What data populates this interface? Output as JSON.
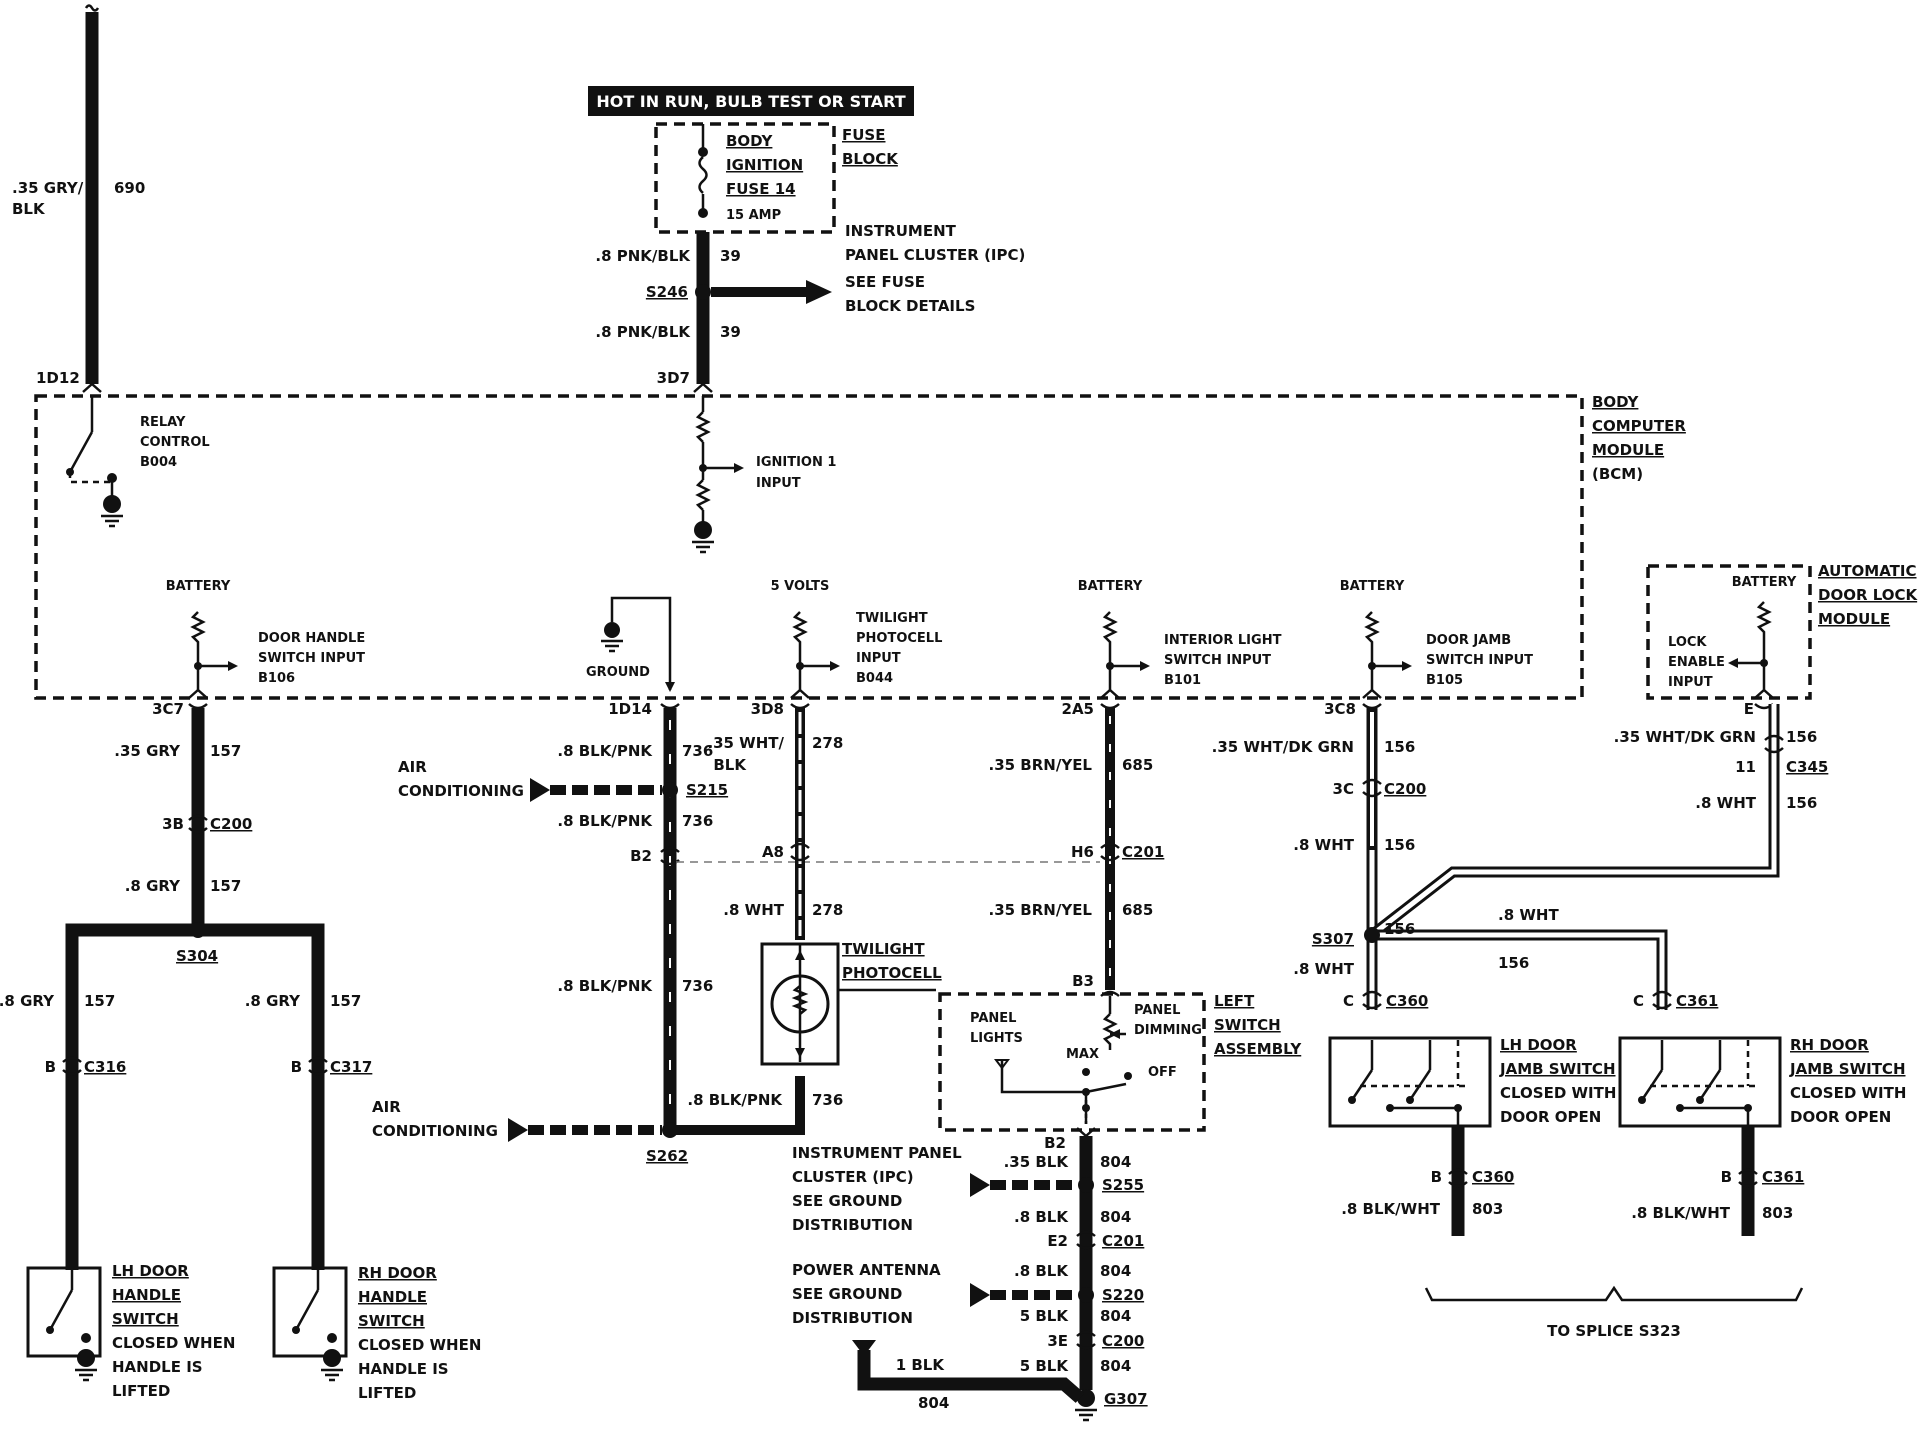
{
  "header": {
    "hot_label": "HOT IN RUN, BULB TEST OR START"
  },
  "fuse": {
    "body_lines": [
      "BODY",
      "IGNITION",
      "FUSE 14"
    ],
    "amp": "15 AMP",
    "block_lines": [
      "FUSE",
      "BLOCK"
    ]
  },
  "ipc_lines": [
    "INSTRUMENT",
    "PANEL CLUSTER (IPC)"
  ],
  "fuse_details_lines": [
    "SEE FUSE",
    "BLOCK DETAILS"
  ],
  "bcm": {
    "label_lines": [
      "BODY",
      "COMPUTER",
      "MODULE",
      "(BCM)"
    ],
    "relay_lines": [
      "RELAY",
      "CONTROL",
      "B004"
    ],
    "ignition_lines": [
      "IGNITION 1",
      "INPUT"
    ],
    "battery": "BATTERY",
    "five_volts": "5 VOLTS",
    "ground": "GROUND",
    "door_handle_input": [
      "DOOR HANDLE",
      "SWITCH INPUT",
      "B106"
    ],
    "twilight_input": [
      "TWILIGHT",
      "PHOTOCELL",
      "INPUT",
      "B044"
    ],
    "interior_input": [
      "INTERIOR LIGHT",
      "SWITCH INPUT",
      "B101"
    ],
    "door_jamb_input": [
      "DOOR JAMB",
      "SWITCH INPUT",
      "B105"
    ]
  },
  "adlm": {
    "label_lines": [
      "AUTOMATIC",
      "DOOR LOCK",
      "MODULE"
    ],
    "battery": "BATTERY",
    "lock_lines": [
      "LOCK",
      "ENABLE",
      "INPUT"
    ]
  },
  "pins": {
    "p1d12": "1D12",
    "p3d7": "3D7",
    "p3c7": "3C7",
    "p1d14": "1D14",
    "p3d8": "3D8",
    "p2a5": "2A5",
    "p3c8": "3C8",
    "pE": "E",
    "p11": "11",
    "p3b": "3B",
    "pB2a": "B2",
    "pA8": "A8",
    "pH6": "H6",
    "p3c": "3C",
    "pB3": "B3",
    "pB2b": "B2",
    "pE2": "E2",
    "p3E": "3E",
    "pBl": "B",
    "pBr": "B",
    "pCl": "C",
    "pCr": "C",
    "pBlb": "B",
    "pBrb": "B"
  },
  "connectors": {
    "c200a": "C200",
    "c200b": "C200",
    "c200c": "C200",
    "c201a": "C201",
    "c201b": "C201",
    "c316": "C316",
    "c317": "C317",
    "c345": "C345",
    "c360a": "C360",
    "c360b": "C360",
    "c361a": "C361",
    "c361b": "C361"
  },
  "splices": {
    "s246": "S246",
    "s215": "S215",
    "s304": "S304",
    "s262": "S262",
    "s307": "S307",
    "s255": "S255",
    "s220": "S220",
    "g307": "G307"
  },
  "wires": {
    "w690": ".35 GRY/",
    "w690b": "BLK",
    "w690n": "690",
    "w39a": ".8 PNK/BLK",
    "w39an": "39",
    "w39b": ".8 PNK/BLK",
    "w39bn": "39",
    "w157a": ".35 GRY",
    "w157an": "157",
    "w157b": ".8 GRY",
    "w157bn": "157",
    "w157c": ".8 GRY",
    "w157cn": "157",
    "w157d": ".8 GRY",
    "w157dn": "157",
    "w736a": ".8 BLK/PNK",
    "w736an": "736",
    "w736b": ".8 BLK/PNK",
    "w736bn": "736",
    "w736c": ".8 BLK/PNK",
    "w736cn": "736",
    "w736d": ".8 BLK/PNK",
    "w736dn": "736",
    "w278a": ".35 WHT/",
    "w278ab": "BLK",
    "w278an": "278",
    "w278b": ".8 WHT",
    "w278bn": "278",
    "w685a": ".35 BRN/YEL",
    "w685an": "685",
    "w685b": ".35 BRN/YEL",
    "w685bn": "685",
    "w156a": ".35 WHT/DK GRN",
    "w156an": "156",
    "w156b": ".8 WHT",
    "w156bn": "156",
    "w156c": ".8 WHT",
    "w156cn": "156",
    "w156d": ".8 WHT",
    "w156dn": "156",
    "w156e": ".35 WHT/DK GRN",
    "w156en": "156",
    "w156f": ".8 WHT",
    "w156fn": "156",
    "w804a": ".35 BLK",
    "w804an": "804",
    "w804b": ".8 BLK",
    "w804bn": "804",
    "w804c": ".8 BLK",
    "w804cn": "804",
    "w804d": "5 BLK",
    "w804dn": "804",
    "w804e": "5 BLK",
    "w804en": "804",
    "w804f": "1 BLK",
    "w804fn": "804",
    "w803a": ".8 BLK/WHT",
    "w803an": "803",
    "w803b": ".8 BLK/WHT",
    "w803bn": "803"
  },
  "air_conditioning_lines": [
    "AIR",
    "CONDITIONING"
  ],
  "twilight_photocell_lines": [
    "TWILIGHT",
    "PHOTOCELL"
  ],
  "left_switch": {
    "label_lines": [
      "LEFT",
      "SWITCH",
      "ASSEMBLY"
    ],
    "panel_lights": [
      "PANEL",
      "LIGHTS"
    ],
    "panel_dimming": [
      "PANEL",
      "DIMMING"
    ],
    "max": "MAX",
    "off": "OFF"
  },
  "ipc_ground_lines": [
    "INSTRUMENT PANEL",
    "CLUSTER (IPC)",
    "SEE GROUND",
    "DISTRIBUTION"
  ],
  "antenna_lines": [
    "POWER ANTENNA",
    "SEE GROUND",
    "DISTRIBUTION"
  ],
  "lh_handle_lines": [
    "LH DOOR",
    "HANDLE",
    "SWITCH",
    "CLOSED WHEN",
    "HANDLE IS",
    "LIFTED"
  ],
  "rh_handle_lines": [
    "RH DOOR",
    "HANDLE",
    "SWITCH",
    "CLOSED WHEN",
    "HANDLE IS",
    "LIFTED"
  ],
  "lh_jamb_lines": [
    "LH DOOR",
    "JAMB SWITCH",
    "CLOSED WITH",
    "DOOR OPEN"
  ],
  "rh_jamb_lines": [
    "RH DOOR",
    "JAMB SWITCH",
    "CLOSED WITH",
    "DOOR OPEN"
  ],
  "to_splice": "TO SPLICE S323"
}
